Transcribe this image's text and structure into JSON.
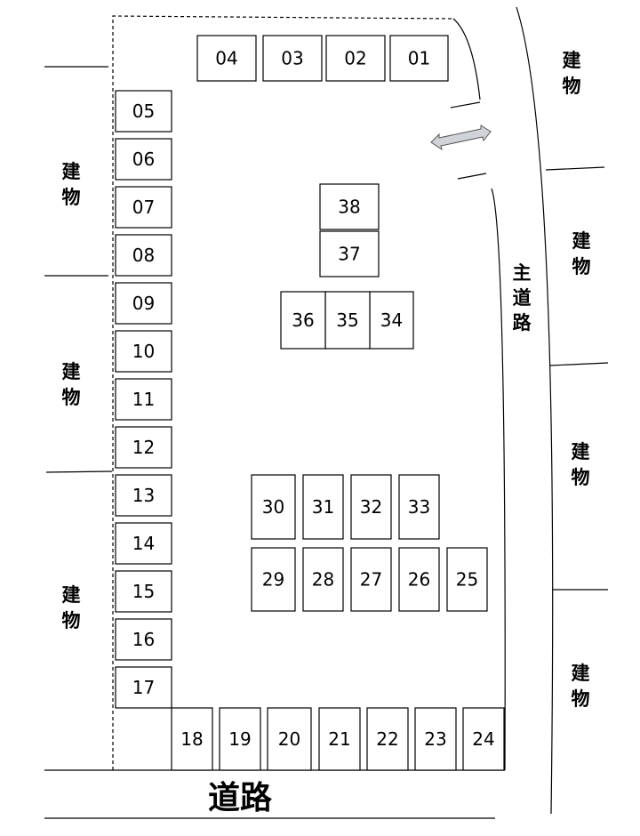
{
  "spaces": [
    "01",
    "02",
    "03",
    "04",
    "05",
    "06",
    "07",
    "08",
    "09",
    "10",
    "11",
    "12",
    "13",
    "14",
    "15",
    "16",
    "17",
    "18",
    "19",
    "20",
    "21",
    "22",
    "23",
    "24",
    "25",
    "26",
    "27",
    "28",
    "29",
    "30",
    "31",
    "32",
    "33",
    "34",
    "35",
    "36",
    "37",
    "38"
  ],
  "labels": {
    "building_top": "建",
    "building_bottom": "物",
    "main_road": [
      "主",
      "道",
      "路"
    ],
    "road": "道路"
  },
  "colors": {
    "line": "#000000",
    "arrow_fill": "#d0d4d8",
    "arrow_stroke": "#555555"
  }
}
